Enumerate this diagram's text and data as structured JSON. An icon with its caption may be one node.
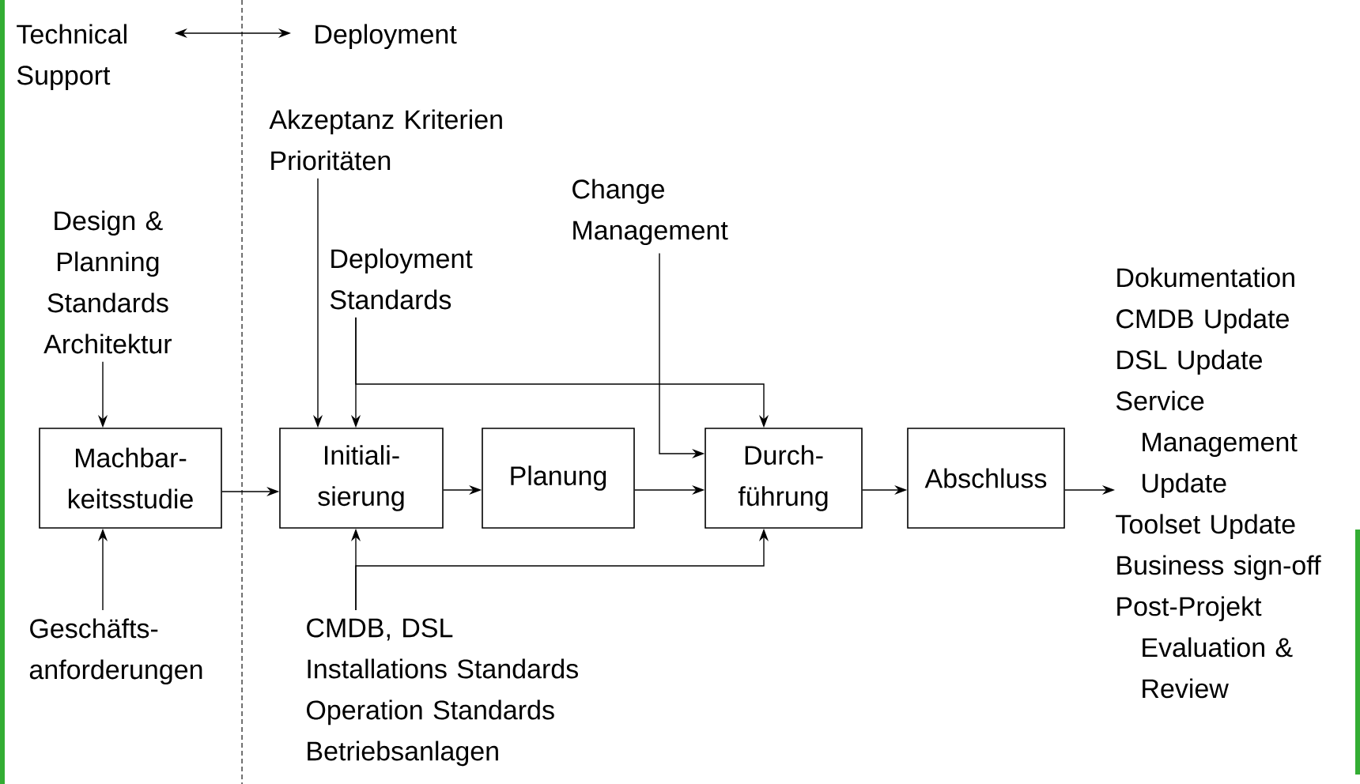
{
  "diagram": {
    "nodes": [
      {
        "text": [
          "Technical Support"
        ]
      },
      {
        "text": [
          "Deployment"
        ]
      },
      {
        "text": [
          "Akzeptanz Kriterien Prioritäten"
        ]
      },
      {
        "text": [
          "Change Management"
        ]
      },
      {
        "text": [
          "Deployment Standards"
        ]
      },
      {
        "text": [
          "Design & Planning Standards Architektur"
        ]
      },
      {
        "text": [
          "Machbar- keitsstudie"
        ]
      },
      {
        "text": [
          "Initiali- sierung"
        ]
      },
      {
        "text": [
          "Planung"
        ]
      },
      {
        "text": [
          "Durch- führung"
        ]
      },
      {
        "text": [
          "Abschluss"
        ]
      },
      {
        "text": [
          "Dokumentation",
          "CMDB Update",
          "DSL Update",
          "Service Management Update",
          "Toolset Update",
          "Business sign-off",
          "Post-Projekt Evaluation & Review"
        ]
      },
      {
        "text": [
          "Geschäfts- anforderungen"
        ]
      },
      {
        "text": [
          "CMDB, DSL",
          "Installations Standards",
          "Operation Standards",
          "Betriebsanlagen"
        ]
      }
    ],
    "edges": [
      {
        "from": 0,
        "to": 1,
        "arrow": "both"
      },
      {
        "from": 5,
        "to": 6,
        "arrow": "to"
      },
      {
        "from": 12,
        "to": 6,
        "arrow": "to"
      },
      {
        "from": 6,
        "to": 7,
        "arrow": "to"
      },
      {
        "from": 2,
        "to": 7,
        "arrow": "to"
      },
      {
        "from": 4,
        "to": 7,
        "arrow": "to"
      },
      {
        "from": 4,
        "to": 9,
        "arrow": "to"
      },
      {
        "from": 13,
        "to": 7,
        "arrow": "to"
      },
      {
        "from": 13,
        "to": 9,
        "arrow": "to"
      },
      {
        "from": 7,
        "to": 8,
        "arrow": "to"
      },
      {
        "from": 3,
        "to": 9,
        "arrow": "to"
      },
      {
        "from": 8,
        "to": 9,
        "arrow": "to"
      },
      {
        "from": 9,
        "to": 10,
        "arrow": "to"
      },
      {
        "from": 10,
        "to": 11,
        "arrow": "to"
      }
    ]
  }
}
